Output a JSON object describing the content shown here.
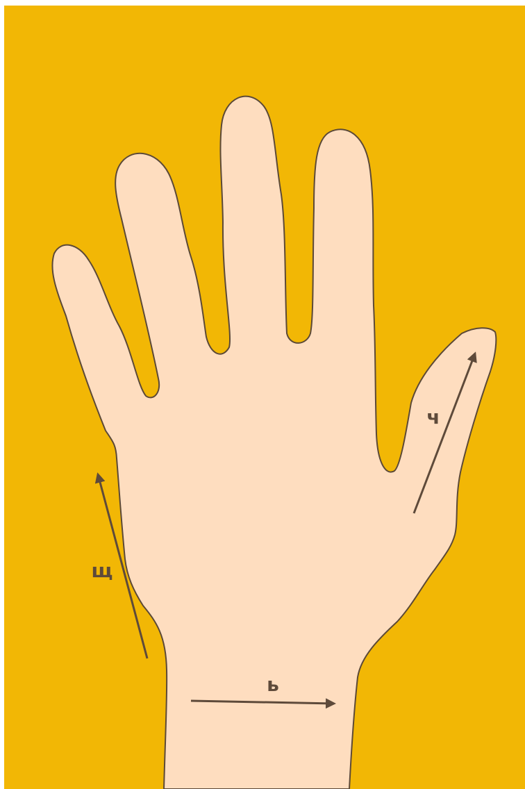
{
  "colors": {
    "background": "#F2B705",
    "skin": "#FEDDBF",
    "outline": "#5C4937",
    "arrow": "#5E4A3A",
    "label": "#5E4A3A"
  },
  "labels": {
    "thumb": "ч",
    "edge": "щ",
    "wrist": "ь"
  }
}
